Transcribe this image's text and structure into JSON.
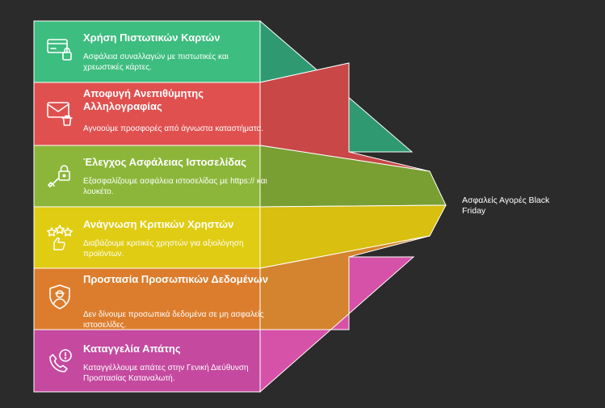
{
  "result": "Ασφαλείς Αγορές Black Friday",
  "items": [
    {
      "title": "Χρήση Πιστωτικών Καρτών",
      "desc": "Ασφάλεια συναλλαγών με πιστωτικές και χρεωστικές κάρτες.",
      "icon": "credit-card-lock-icon",
      "color": "#3dbd7f",
      "dark": "#2f9a72"
    },
    {
      "title": "Αποφυγή Ανεπιθύμητης Αλληλογραφίας",
      "desc": "Αγνοούμε προσφορές από άγνωστα καταστήματα.",
      "icon": "mail-trash-icon",
      "color": "#e0504f",
      "dark": "#c94747"
    },
    {
      "title": "Έλεγχος Ασφάλειας Ιστοσελίδας",
      "desc": "Εξασφαλίζουμε ασφάλεια ιστοσελίδας με https:// και λουκέτο.",
      "icon": "key-lock-icon",
      "color": "#8cb63a",
      "dark": "#799f33"
    },
    {
      "title": "Ανάγνωση Κριτικών Χρηστών",
      "desc": "Διαβάζουμε κριτικές χρηστών για αξιολόγηση προϊόντων.",
      "icon": "stars-review-icon",
      "color": "#e0cc12",
      "dark": "#d8bf10"
    },
    {
      "title": "Προστασία Προσωπικών Δεδομένων",
      "desc": "Δεν δίνουμε προσωπικά δεδομένα σε μη ασφαλείς ιστοσελίδες.",
      "icon": "shield-person-icon",
      "color": "#dc7d2d",
      "dark": "#d4842e"
    },
    {
      "title": "Καταγγελία Απάτης",
      "desc": "Καταγγέλλουμε απάτες στην Γενική Διεύθυνση Προστασίας Καταναλωτή.",
      "icon": "phone-alert-icon",
      "color": "#c5499f",
      "dark": "#d651a8"
    }
  ]
}
